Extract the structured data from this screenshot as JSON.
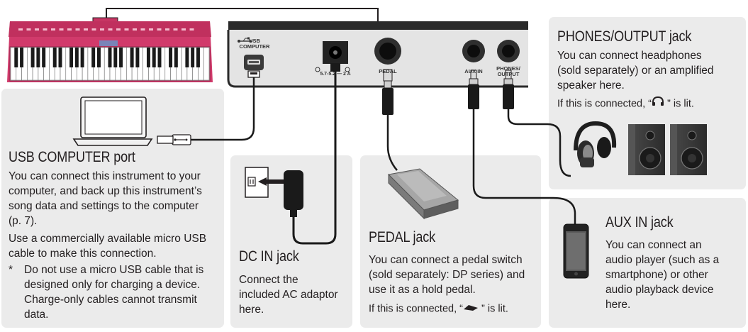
{
  "panel_labels": {
    "usb": [
      "USB",
      "COMPUTER"
    ],
    "dc": "5.7-5.2 — 2 A",
    "pedal": "PEDAL",
    "aux": "AUX IN",
    "phones": [
      "PHONES/",
      "OUTPUT"
    ]
  },
  "sections": {
    "usb": {
      "title": "USB COMPUTER port",
      "lines": [
        "You can connect this instrument to your",
        "computer, and back up this instrument’s",
        "song data and settings to the computer",
        "(p. 7).",
        "Use a commercially available micro USB",
        "cable to make this connection."
      ],
      "note_mark": "*",
      "note_lines": [
        "Do not use a micro USB cable that is",
        "designed only for charging a device.",
        "Charge-only cables cannot transmit",
        "data."
      ]
    },
    "dc": {
      "title": "DC IN jack",
      "lines": [
        "Connect the",
        "included AC adaptor",
        "here."
      ]
    },
    "pedal": {
      "title": "PEDAL jack",
      "lines": [
        "You can connect a pedal switch",
        "(sold separately: DP series) and",
        "use it as a hold pedal."
      ],
      "status_prefix": "If this is connected, “",
      "status_suffix": " ” is lit.",
      "status_icon": "pedal-indicator-icon"
    },
    "phones": {
      "title": "PHONES/OUTPUT jack",
      "lines": [
        "You can connect headphones",
        "(sold separately) or an amplified",
        "speaker here."
      ],
      "status_prefix": "If this is connected, “",
      "status_suffix": " ” is lit.",
      "status_icon": "headphones-indicator-icon"
    },
    "aux": {
      "title": "AUX IN jack",
      "lines": [
        "You can connect an",
        "audio player (such as a",
        "smartphone) or other",
        "audio playback device",
        "here."
      ]
    }
  },
  "colors": {
    "panel_bg": "#ebebeb",
    "keyboard_body": "#d13a6b",
    "rear_panel": "#e7e7e7",
    "cable": "#1a1a1a"
  }
}
